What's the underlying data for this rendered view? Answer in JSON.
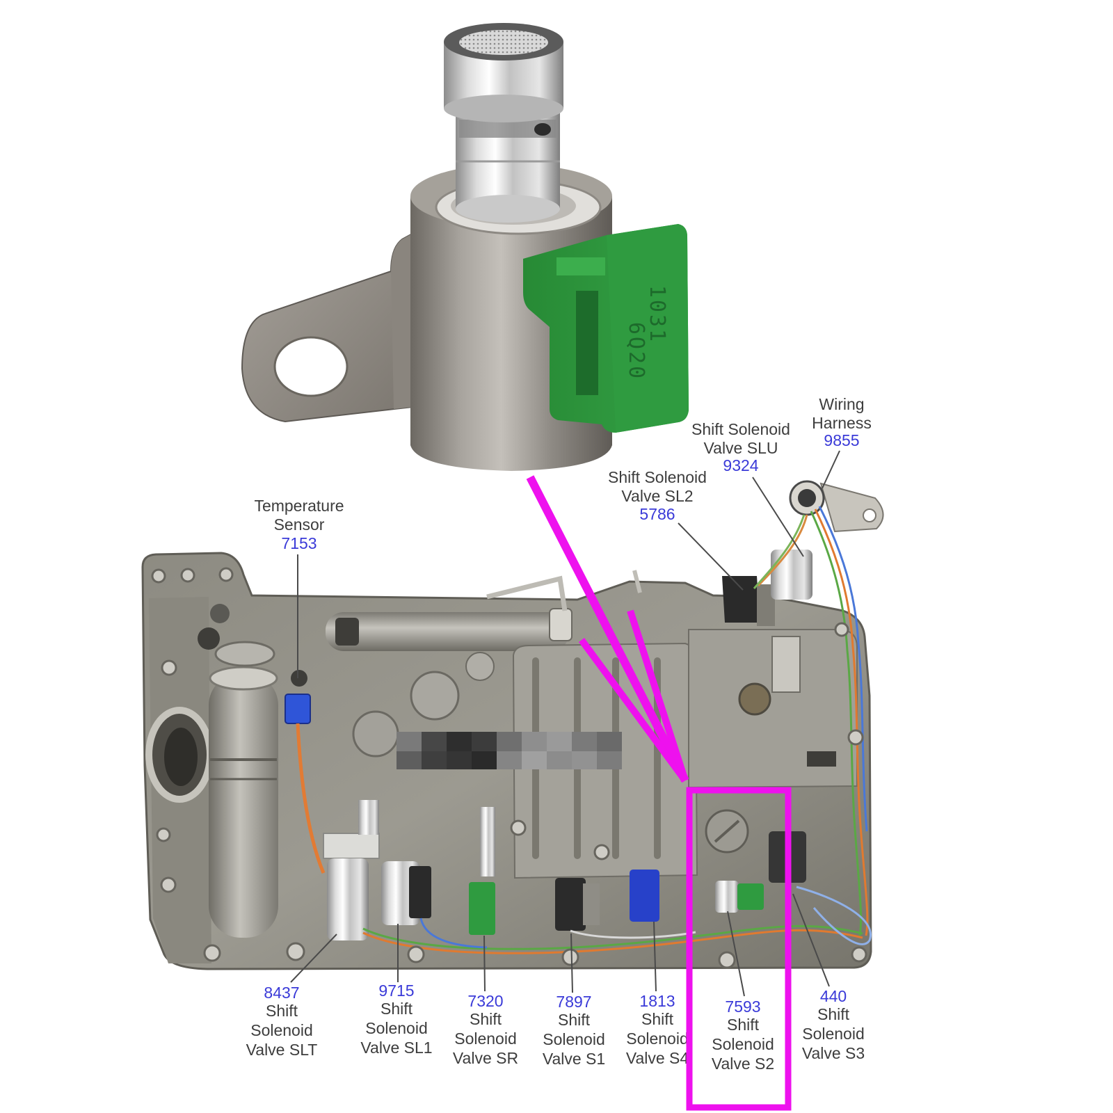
{
  "colors": {
    "label_text": "#3d3d3d",
    "part_number": "#3a3ad8",
    "highlight": "#ee11ee",
    "connector_green": "#2f9b40"
  },
  "solenoid_print": [
    "1031",
    "6Q20"
  ],
  "top_callouts": {
    "temperature_sensor": {
      "lines": [
        "Temperature",
        "Sensor"
      ],
      "number": "7153"
    },
    "wiring_harness": {
      "lines": [
        "Wiring",
        "Harness"
      ],
      "number": "9855"
    },
    "shift_solenoid_slu": {
      "lines": [
        "Shift Solenoid",
        "Valve SLU"
      ],
      "number": "9324"
    },
    "shift_solenoid_sl2": {
      "lines": [
        "Shift Solenoid",
        "Valve SL2"
      ],
      "number": "5786"
    }
  },
  "bottom_callouts": [
    {
      "number": "8437",
      "lines": [
        "Shift",
        "Solenoid",
        "Valve SLT"
      ]
    },
    {
      "number": "9715",
      "lines": [
        "Shift",
        "Solenoid",
        "Valve SL1"
      ]
    },
    {
      "number": "7320",
      "lines": [
        "Shift",
        "Solenoid",
        "Valve SR"
      ]
    },
    {
      "number": "7897",
      "lines": [
        "Shift",
        "Solenoid",
        "Valve S1"
      ]
    },
    {
      "number": "1813",
      "lines": [
        "Shift",
        "Solenoid",
        "Valve S4"
      ]
    },
    {
      "number": "7593",
      "lines": [
        "Shift",
        "Solenoid",
        "Valve S2"
      ]
    },
    {
      "number": "440",
      "lines": [
        "Shift",
        "Solenoid",
        "Valve S3"
      ]
    }
  ]
}
